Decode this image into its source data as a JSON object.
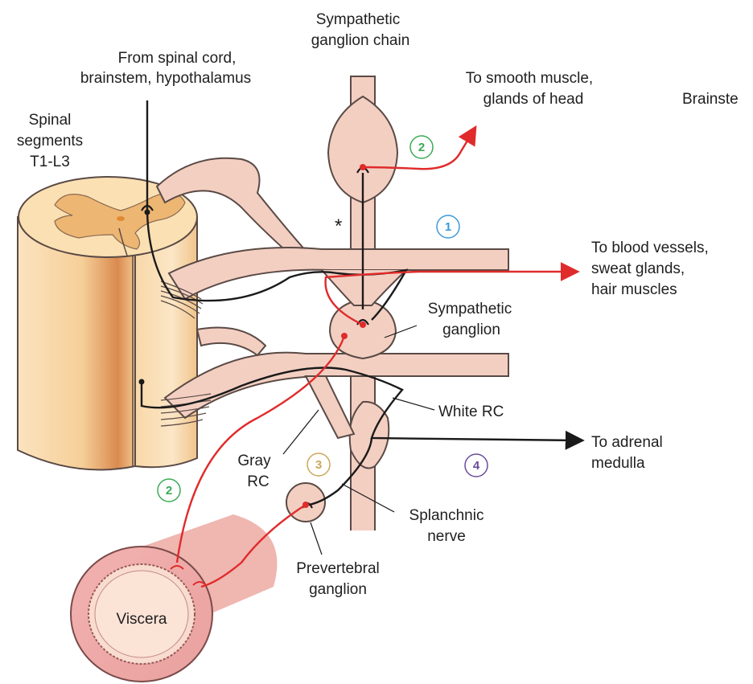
{
  "labels": {
    "chain_line1": "Sympathetic",
    "chain_line2": "ganglion chain",
    "from_line1": "From spinal cord,",
    "from_line2": "brainstem, hypothalamus",
    "smooth_line1": "To smooth muscle,",
    "smooth_line2": "glands of head",
    "brainstem": "Brainste",
    "spinal_line1": "Spinal",
    "spinal_line2": "segments",
    "spinal_line3": "T1-L3",
    "asterisk": "*",
    "vessels_line1": "To blood vessels,",
    "vessels_line2": "sweat glands,",
    "vessels_line3": "hair muscles",
    "sg_line1": "Sympathetic",
    "sg_line2": "ganglion",
    "white_rc": "White RC",
    "adrenal_line1": "To adrenal",
    "adrenal_line2": "medulla",
    "gray_line1": "Gray",
    "gray_line2": "RC",
    "splanchnic_line1": "Splanchnic",
    "splanchnic_line2": "nerve",
    "prevert_line1": "Prevertebral",
    "prevert_line2": "ganglion",
    "viscera": "Viscera"
  },
  "pathways": [
    {
      "number": "1",
      "color": "#3a9ad9"
    },
    {
      "number": "2",
      "color": "#3aaa55"
    },
    {
      "number": "3",
      "color": "#c9a858"
    },
    {
      "number": "4",
      "color": "#6a4a9a"
    }
  ],
  "colors": {
    "nerve_fill": "#f3cfc2",
    "nerve_stroke": "#5a4a45",
    "preganglionic": "#1a1a1a",
    "postganglionic": "#e02b2b",
    "cord_white": "#fbe0b3",
    "cord_gray": "#edb673",
    "viscera_outer": "#e89aa0",
    "viscera_inner": "#f7d4c6"
  }
}
